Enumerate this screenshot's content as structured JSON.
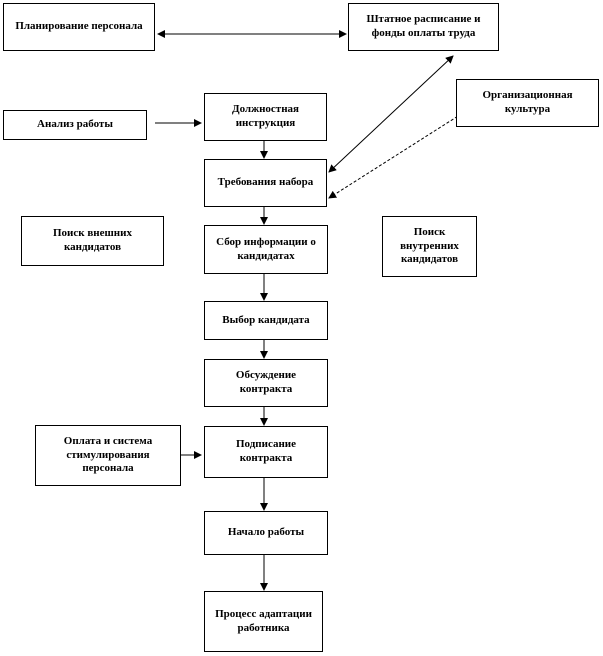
{
  "boxes": {
    "planning": "Планирование персонала",
    "staffing": "Штатное расписание и фонды оплаты труда",
    "job_analysis": "Анализ работы",
    "job_description": "Должностная инструкция",
    "org_culture": "Организационная культура",
    "requirements": "Требования набора",
    "external_search": "Поиск внешних кандидатов",
    "info_collection": "Сбор информации о кандидатах",
    "internal_search": "Поиск внутренних кандидатов",
    "candidate_choice": "Выбор кандидата",
    "contract_discussion": "Обсуждение контракта",
    "compensation": "Оплата и система стимулирования персонала",
    "contract_signing": "Подписание контракта",
    "work_start": "Начало работы",
    "adaptation": "Процесс адаптации работника"
  }
}
